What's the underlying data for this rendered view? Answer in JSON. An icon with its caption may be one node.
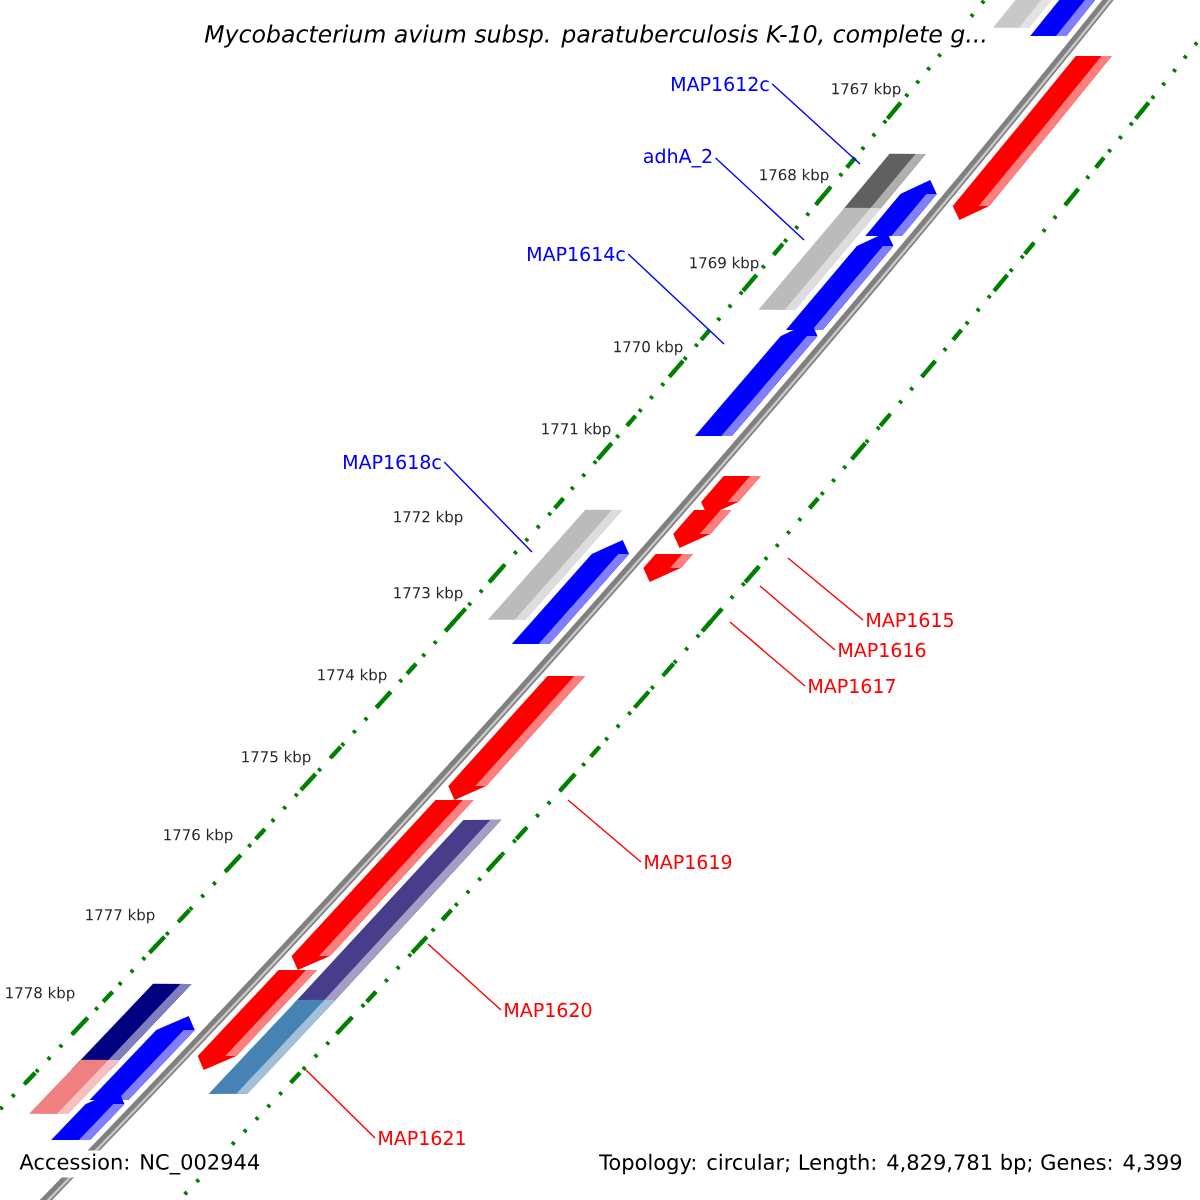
{
  "diagram": {
    "title": "Mycobacterium avium subsp. paratuberculosis K-10, complete g...",
    "nodes": [
      {
        "text": [
          "MAP1612c"
        ]
      },
      {
        "text": [
          "adhA_2"
        ]
      },
      {
        "text": [
          "MAP1614c"
        ]
      },
      {
        "text": [
          "MAP1618c"
        ]
      },
      {
        "text": [
          "MAP1615"
        ]
      },
      {
        "text": [
          "MAP1616"
        ]
      },
      {
        "text": [
          "MAP1617"
        ]
      },
      {
        "text": [
          "MAP1619"
        ]
      },
      {
        "text": [
          "MAP1620"
        ]
      },
      {
        "text": [
          "MAP1621"
        ]
      }
    ],
    "edges": [
      {
        "from": 0,
        "to": null,
        "arrow": "none",
        "color": "#0000ff"
      },
      {
        "from": 1,
        "to": null,
        "arrow": "none",
        "color": "#0000ff"
      },
      {
        "from": 2,
        "to": null,
        "arrow": "none",
        "color": "#0000ff"
      },
      {
        "from": 3,
        "to": null,
        "arrow": "none",
        "color": "#0000ff"
      },
      {
        "from": 4,
        "to": null,
        "arrow": "none"
      },
      {
        "from": 5,
        "to": null,
        "arrow": "none"
      },
      {
        "from": 6,
        "to": null,
        "arrow": "none"
      },
      {
        "from": 7,
        "to": null,
        "arrow": "none"
      },
      {
        "from": 8,
        "to": null,
        "arrow": "none"
      },
      {
        "from": 9,
        "to": null,
        "arrow": "none"
      }
    ],
    "labels": [
      "1767 kbp",
      "1768 kbp",
      "1769 kbp",
      "1770 kbp",
      "1771 kbp",
      "1772 kbp",
      "1773 kbp",
      "1774 kbp",
      "1775 kbp",
      "1776 kbp",
      "1777 kbp",
      "1778 kbp",
      "Accession: NC_002944",
      "Topology: circular; Length: 4,829,781 bp; Genes: 4,399"
    ]
  }
}
